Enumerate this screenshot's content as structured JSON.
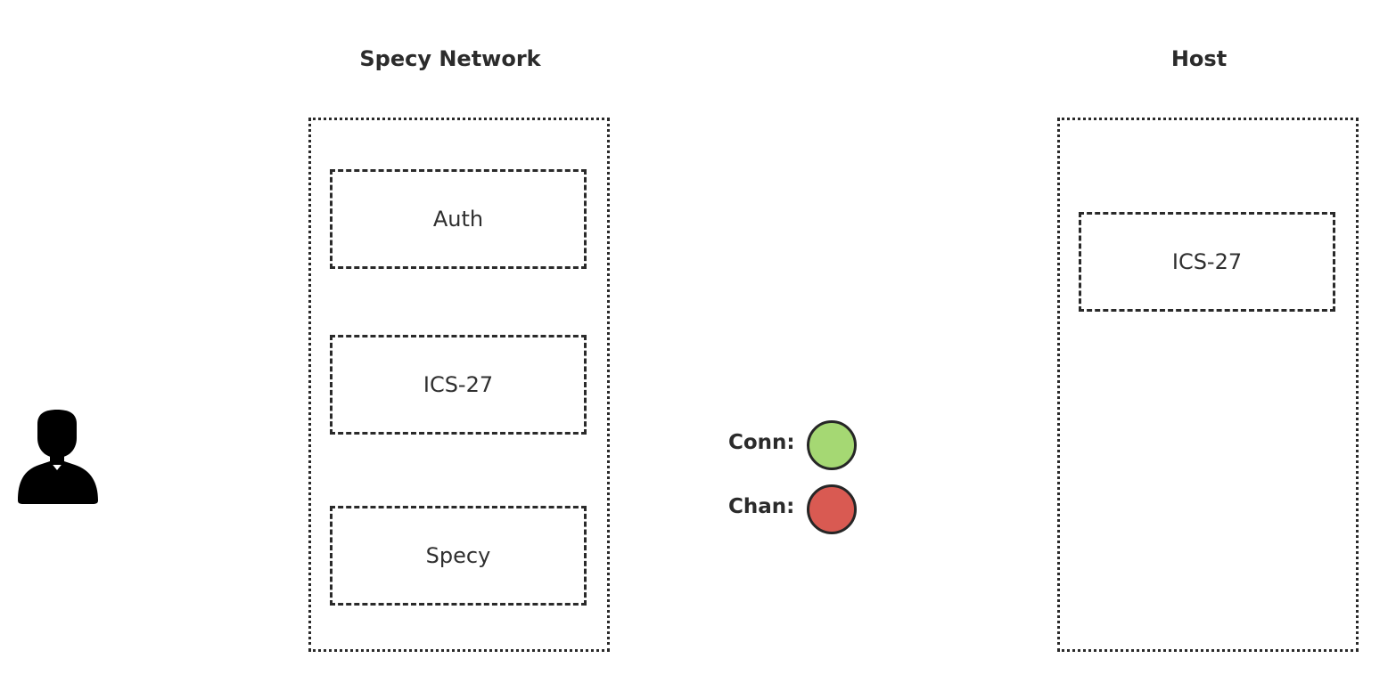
{
  "groups": {
    "specy_network": {
      "title": "Specy Network",
      "components": {
        "auth": "Auth",
        "ics27": "ICS-27",
        "specy": "Specy"
      }
    },
    "host": {
      "title": "Host",
      "components": {
        "ics27": "ICS-27"
      }
    }
  },
  "legend": {
    "conn": {
      "label": "Conn:",
      "color": "#a5d873"
    },
    "chan": {
      "label": "Chan:",
      "color": "#d95a52"
    }
  },
  "user": {
    "icon": "user-icon"
  }
}
